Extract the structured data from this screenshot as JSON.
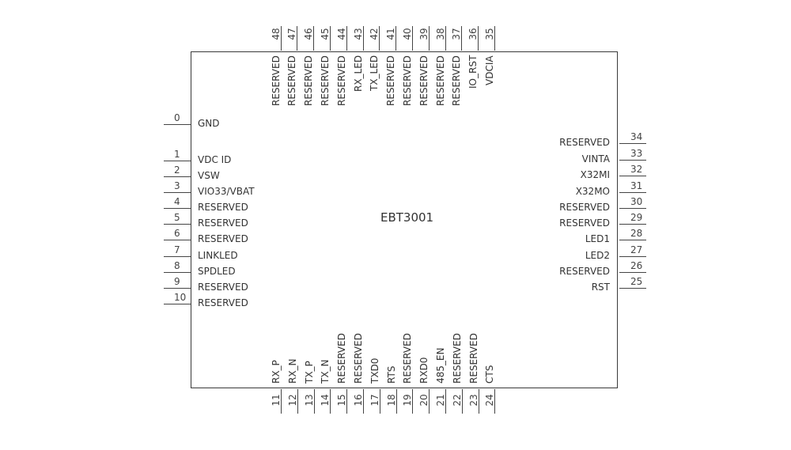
{
  "chip_name": "EBT3001",
  "pins": {
    "left": [
      {
        "num": "0",
        "label": "GND"
      },
      {
        "num": "1",
        "label": "VDC ID"
      },
      {
        "num": "2",
        "label": "VSW"
      },
      {
        "num": "3",
        "label": "VIO33/VBAT"
      },
      {
        "num": "4",
        "label": "RESERVED"
      },
      {
        "num": "5",
        "label": "RESERVED"
      },
      {
        "num": "6",
        "label": "RESERVED"
      },
      {
        "num": "7",
        "label": "LINKLED"
      },
      {
        "num": "8",
        "label": "SPDLED"
      },
      {
        "num": "9",
        "label": "RESERVED"
      },
      {
        "num": "10",
        "label": "RESERVED"
      }
    ],
    "bottom": [
      {
        "num": "11",
        "label": "RX_P"
      },
      {
        "num": "12",
        "label": "RX_N"
      },
      {
        "num": "13",
        "label": "TX_P"
      },
      {
        "num": "14",
        "label": "TX_N"
      },
      {
        "num": "15",
        "label": "RESERVED"
      },
      {
        "num": "16",
        "label": "RESERVED"
      },
      {
        "num": "17",
        "label": "TXD0"
      },
      {
        "num": "18",
        "label": "RTS"
      },
      {
        "num": "19",
        "label": "RESERVED"
      },
      {
        "num": "20",
        "label": "RXD0"
      },
      {
        "num": "21",
        "label": "485_EN"
      },
      {
        "num": "22",
        "label": "RESERVED"
      },
      {
        "num": "23",
        "label": "RESERVED"
      },
      {
        "num": "24",
        "label": "CTS"
      }
    ],
    "right": [
      {
        "num": "25",
        "label": "RST"
      },
      {
        "num": "26",
        "label": "RESERVED"
      },
      {
        "num": "27",
        "label": "LED2"
      },
      {
        "num": "28",
        "label": "LED1"
      },
      {
        "num": "29",
        "label": "RESERVED"
      },
      {
        "num": "30",
        "label": "RESERVED"
      },
      {
        "num": "31",
        "label": "X32MO"
      },
      {
        "num": "32",
        "label": "X32MI"
      },
      {
        "num": "33",
        "label": "VINTA"
      },
      {
        "num": "34",
        "label": "RESERVED"
      }
    ],
    "top": [
      {
        "num": "35",
        "label": "VDCIA"
      },
      {
        "num": "36",
        "label": "IO_RST"
      },
      {
        "num": "37",
        "label": "RESERVED"
      },
      {
        "num": "38",
        "label": "RESERVED"
      },
      {
        "num": "39",
        "label": "RESERVED"
      },
      {
        "num": "40",
        "label": "RESERVED"
      },
      {
        "num": "41",
        "label": "RESERVED"
      },
      {
        "num": "42",
        "label": "TX_LED"
      },
      {
        "num": "43",
        "label": "RX_LED"
      },
      {
        "num": "44",
        "label": "RESERVED"
      },
      {
        "num": "45",
        "label": "RESERVED"
      },
      {
        "num": "46",
        "label": "RESERVED"
      },
      {
        "num": "47",
        "label": "RESERVED"
      },
      {
        "num": "48",
        "label": "RESERVED"
      }
    ]
  }
}
